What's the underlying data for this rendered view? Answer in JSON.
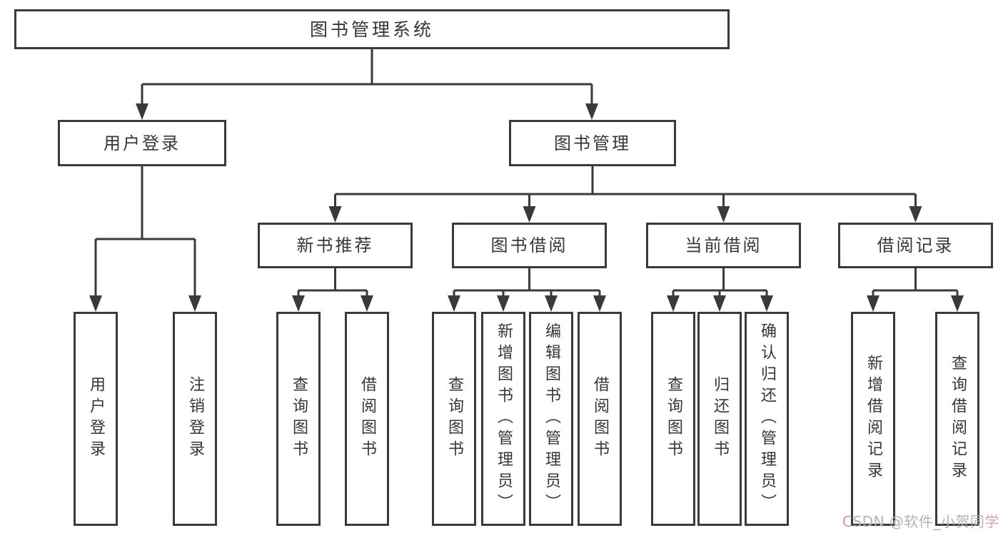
{
  "diagram": {
    "root": {
      "label": "图书管理系统"
    },
    "level2": [
      {
        "label": "用户登录"
      },
      {
        "label": "图书管理"
      }
    ],
    "level3": [
      {
        "label": "新书推荐"
      },
      {
        "label": "图书借阅"
      },
      {
        "label": "当前借阅"
      },
      {
        "label": "借阅记录"
      }
    ],
    "leaves": [
      {
        "label": "用户登录"
      },
      {
        "label": "注销登录"
      },
      {
        "label": "查询图书"
      },
      {
        "label": "借阅图书"
      },
      {
        "label": "查询图书"
      },
      {
        "label": "新增图书（管理员）"
      },
      {
        "label": "编辑图书（管理员）"
      },
      {
        "label": "借阅图书"
      },
      {
        "label": "查询图书"
      },
      {
        "label": "归还图书"
      },
      {
        "label": "确认归还（管理员）"
      },
      {
        "label": "新增借阅记录"
      },
      {
        "label": "查询借阅记录"
      }
    ]
  },
  "watermark": {
    "first": "C",
    "middle": "SDN @软件_小贺同",
    "last": "学"
  },
  "colors": {
    "line": "#3a3a3a",
    "text": "#363636",
    "background": "#ffffff",
    "watermark": "#b3b3b7"
  }
}
